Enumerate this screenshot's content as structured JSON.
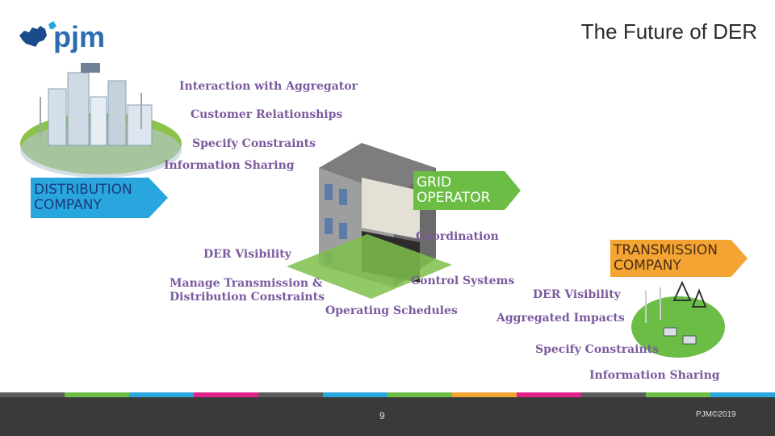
{
  "header": {
    "logo_text": "pjm",
    "title": "The Future of DER"
  },
  "diagram": {
    "distribution_labels": [
      "Interaction with Aggregator",
      "Customer Relationships",
      "Specify Constraints",
      "Information Sharing"
    ],
    "distribution_company": [
      "DISTRIBUTION",
      "COMPANY"
    ],
    "grid_operator": [
      "GRID",
      "OPERATOR"
    ],
    "transmission_company": [
      "TRANSMISSION",
      "COMPANY"
    ],
    "grid_labels": {
      "coordination": "Coordination",
      "der_visibility": "DER Visibility",
      "manage_line1": "Manage Transmission &",
      "manage_line2": "Distribution Constraints",
      "control_systems": "Control Systems",
      "operating_schedules": "Operating Schedules"
    },
    "transmission_labels": [
      "DER Visibility",
      "Aggregated Impacts",
      "Specify Constraints",
      "Information Sharing"
    ]
  },
  "colors": {
    "label_text": "#7b5a9e",
    "distribution": "#2aa6df",
    "grid": "#6cbd45",
    "transmission": "#f3a433",
    "footer": "#3a3a3a"
  },
  "footer": {
    "page_number": "9",
    "copyright": "PJM©2019",
    "strip_colors": [
      "#5b5b5b",
      "#6cbd45",
      "#2aa6df",
      "#e0218a",
      "#5b5b5b",
      "#2aa6df",
      "#6cbd45",
      "#f3a433",
      "#e0218a",
      "#5b5b5b",
      "#6cbd45",
      "#2aa6df"
    ]
  }
}
